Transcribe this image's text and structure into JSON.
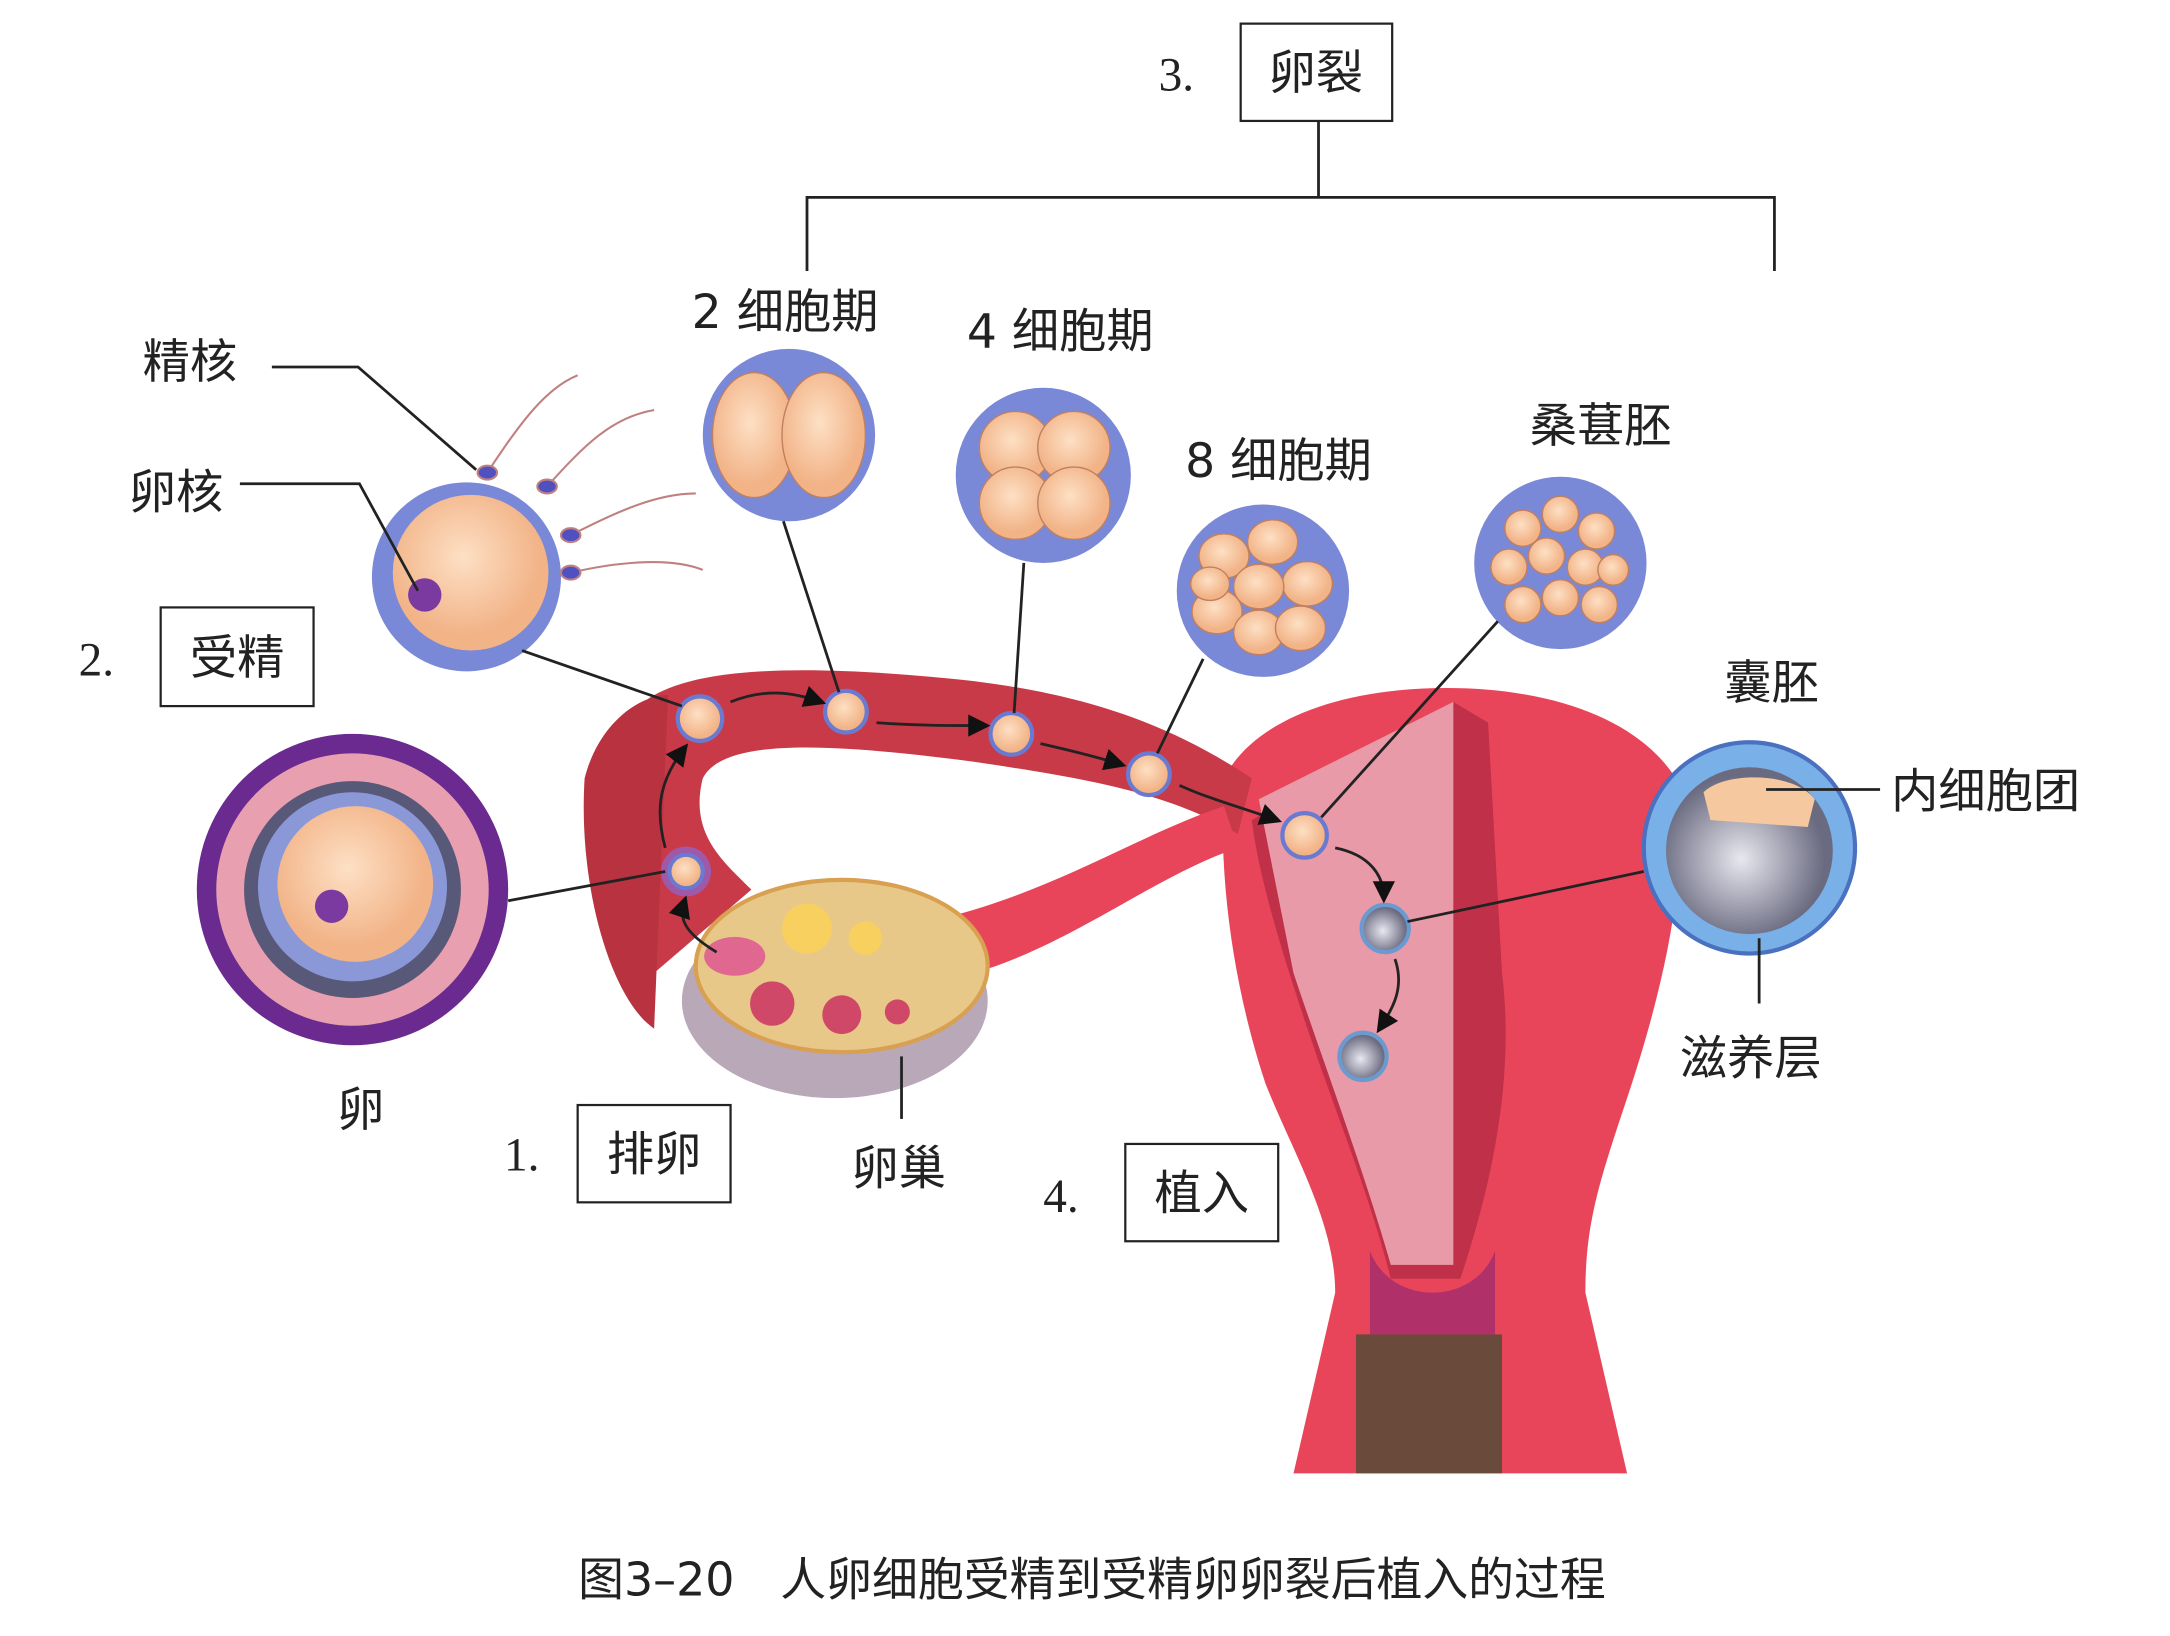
{
  "steps": {
    "step1": {
      "num": "1.",
      "label": "排卵"
    },
    "step2": {
      "num": "2.",
      "label": "受精"
    },
    "step3": {
      "num": "3.",
      "label": "卵裂"
    },
    "step4": {
      "num": "4.",
      "label": "植入"
    }
  },
  "labels": {
    "sperm_nucleus": "精核",
    "egg_nucleus": "卵核",
    "egg": "卵",
    "ovary": "卵巢",
    "two_cell": "2 细胞期",
    "four_cell": "4 细胞期",
    "eight_cell": "8 细胞期",
    "morula": "桑葚胚",
    "blastocyst": "囊胚",
    "inner_cell_mass": "内细胞团",
    "trophoblast": "滋养层"
  },
  "caption": "图3–20　人卵细胞受精到受精卵卵裂后植入的过程"
}
